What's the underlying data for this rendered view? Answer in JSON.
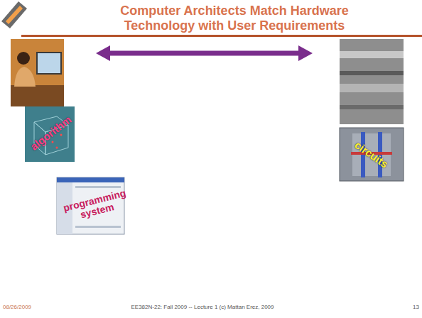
{
  "diagram": {
    "title": "Computer Architects Match Hardware Technology with User Requirements",
    "nodes": [
      {
        "text": [
          "algorithm"
        ]
      },
      {
        "text": [
          "programming system"
        ]
      },
      {
        "text": [
          "circuits"
        ]
      }
    ],
    "labels": [
      "08/26/2009",
      "EE382N-22: Fall 2009 -- Lecture 1 (c) Mattan Erez, 2009",
      "13"
    ]
  }
}
